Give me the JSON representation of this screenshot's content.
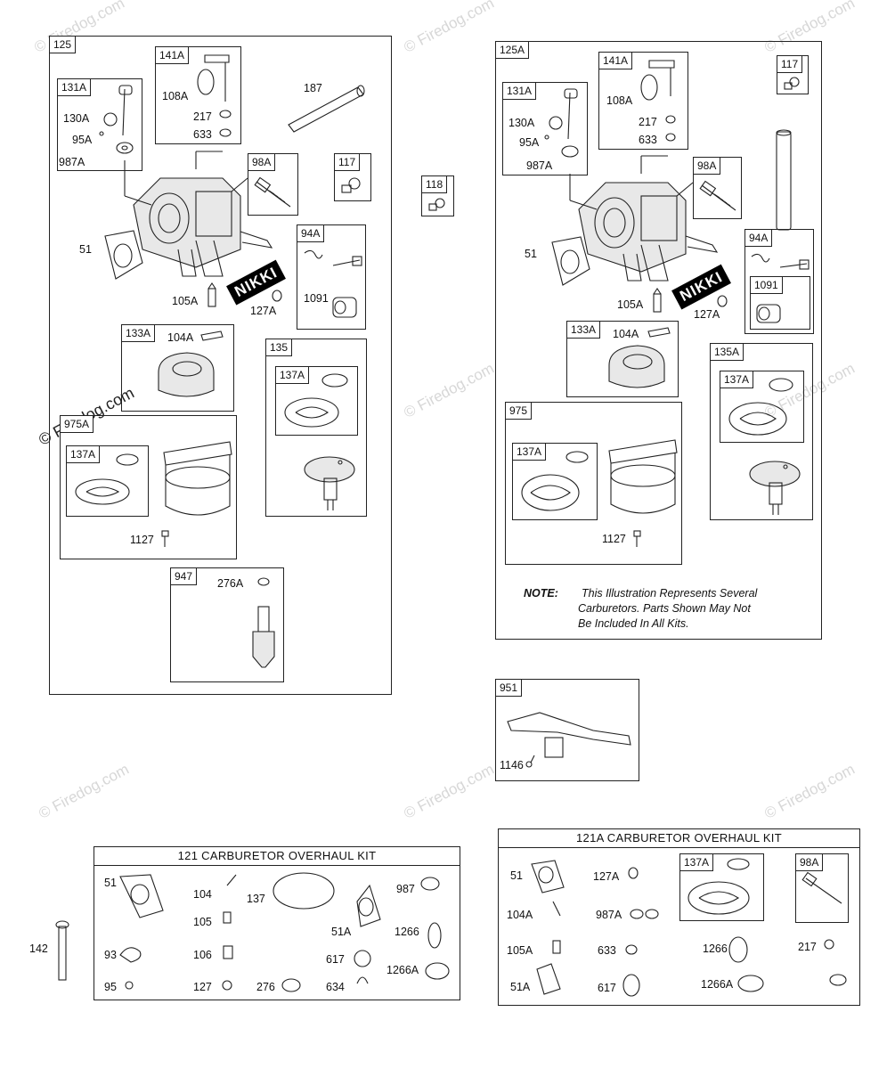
{
  "watermarks": [
    "© Firedog.com",
    "© Firedog.com",
    "© Firedog.com",
    "© Firedog.com",
    "© Firedog.com",
    "© Firedog.com",
    "© Firedog.com",
    "© Firedog.com",
    "© Firedog.com"
  ],
  "left": {
    "box": "125",
    "b131": {
      "tag": "131A",
      "l1": "130A",
      "l2": "95A",
      "l3": "987A"
    },
    "b141": {
      "tag": "141A",
      "l1": "108A",
      "l2": "217",
      "l3": "633"
    },
    "l187": "187",
    "b98": {
      "tag": "98A"
    },
    "b117": {
      "tag": "117"
    },
    "l51": "51",
    "l105": "105A",
    "l127": "127A",
    "nikki": "NIKKI",
    "b94": {
      "tag": "94A",
      "l1": "1091"
    },
    "b133": {
      "tag": "133A",
      "l1": "104A"
    },
    "b135": {
      "tag": "135",
      "inner": "137A"
    },
    "b975": {
      "tag": "975A",
      "inner": "137A",
      "l1": "1127"
    },
    "b947": {
      "tag": "947",
      "l1": "276A"
    }
  },
  "mid": {
    "b118": "118"
  },
  "right": {
    "box": "125A",
    "b141": {
      "tag": "141A",
      "l1": "108A",
      "l2": "217",
      "l3": "633"
    },
    "b117": "117",
    "b131": {
      "tag": "131A",
      "l1": "130A",
      "l2": "95A",
      "l3": "987A"
    },
    "b98": "98A",
    "l51": "51",
    "b94": {
      "tag": "94A",
      "inner": "1091"
    },
    "l105": "105A",
    "l127": "127A",
    "nikki": "NIKKI",
    "b133": {
      "tag": "133A",
      "l1": "104A"
    },
    "b135": {
      "tag": "135A",
      "inner": "137A"
    },
    "b975": {
      "tag": "975",
      "inner": "137A",
      "l1": "1127"
    },
    "note": {
      "label": "NOTE:",
      "line1": "This Illustration Represents Several",
      "line2": "Carburetors. Parts Shown May Not",
      "line3": "Be Included In All Kits."
    }
  },
  "b951": {
    "tag": "951",
    "l1": "1146"
  },
  "kit121": {
    "title": "121  CARBURETOR OVERHAUL KIT",
    "labels": [
      "51",
      "104",
      "137",
      "987",
      "105",
      "51A",
      "1266",
      "93",
      "106",
      "617",
      "1266A",
      "95",
      "127",
      "276",
      "634"
    ]
  },
  "l142": "142",
  "kit121A": {
    "title": "121A CARBURETOR OVERHAUL KIT",
    "labels": [
      "51",
      "127A",
      "104A",
      "987A",
      "105A",
      "633",
      "1266",
      "217",
      "51A",
      "617",
      "1266A"
    ],
    "b137": "137A",
    "b98": "98A"
  }
}
